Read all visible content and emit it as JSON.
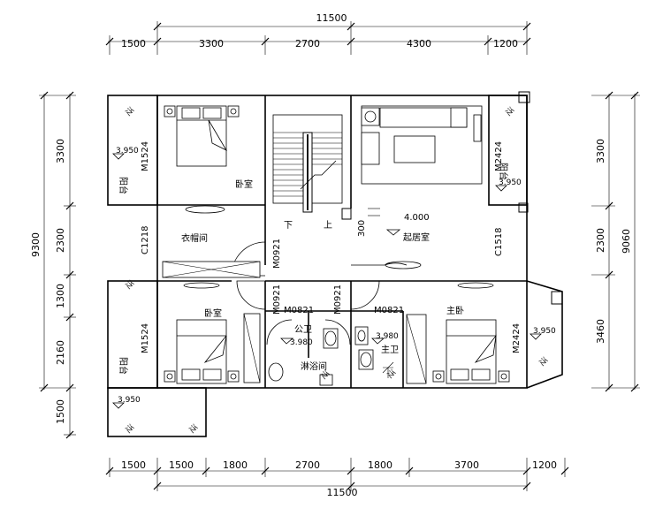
{
  "dimensions": {
    "top_total": "11500",
    "top_segments": [
      "1500",
      "3300",
      "2700",
      "4300",
      "1200"
    ],
    "bottom_total": "11500",
    "bottom_segments": [
      "1500",
      "1500",
      "1800",
      "2700",
      "1800",
      "3700",
      "1200"
    ],
    "left_total": "9300",
    "left_segments": [
      "3300",
      "2300",
      "1300",
      "2160",
      "1500"
    ],
    "right_total": "9060",
    "right_segments": [
      "3300",
      "2300",
      "3460"
    ]
  },
  "rooms": {
    "bedroom_top": "卧室",
    "cloakroom": "衣帽间",
    "living": "起居室",
    "bedroom_bottom": "卧室",
    "public_bath": "公卫",
    "shower": "淋浴间",
    "master_bath": "主卫",
    "master_bedroom": "主卧",
    "balcony_tl": "阳台",
    "balcony_tr": "阳台",
    "balcony_bl": "阳台"
  },
  "stair": {
    "down": "下",
    "up": "上"
  },
  "elevations": {
    "living": "4.000",
    "balcony_tl": "3.950",
    "balcony_tr": "3.950",
    "balcony_right": "3.950",
    "balcony_bottom": "3.950",
    "public_bath": "3.980",
    "master_bath": "3.980"
  },
  "openings": {
    "m1524_top": "M1524",
    "c1218": "C1218",
    "m0921_stair": "M0921",
    "m2424_top": "M2424",
    "c1518": "C1518",
    "m1524_bottom": "M1524",
    "m0921_a": "M0921",
    "m0821_a": "M0821",
    "m0921_b": "M0921",
    "m0821_b": "M0821",
    "m2424_bottom": "M2424",
    "step_300": "300"
  },
  "drain_mark": "泛"
}
